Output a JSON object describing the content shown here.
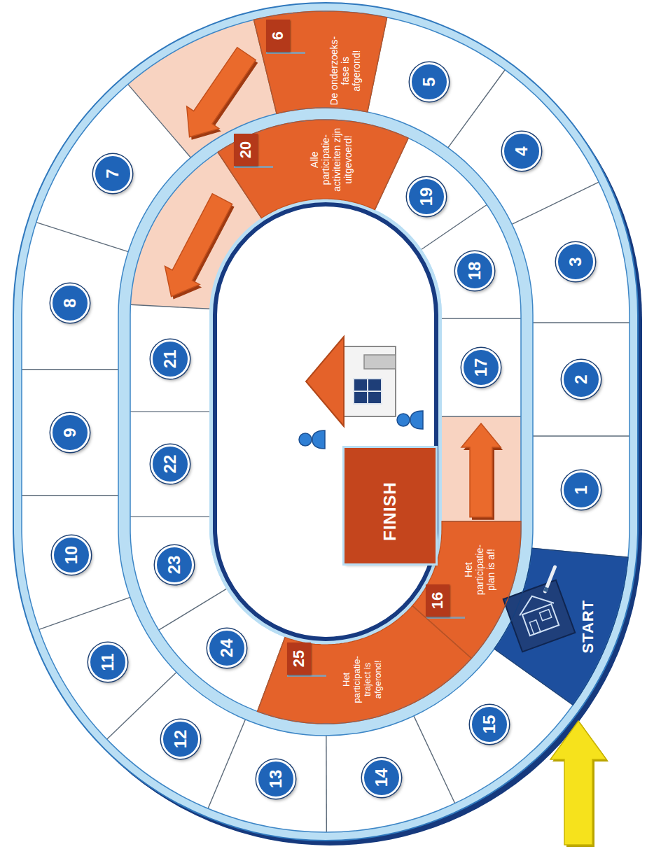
{
  "diagram": {
    "nodes": [
      {
        "text": [
          "START"
        ]
      },
      {
        "text": [
          "1"
        ]
      },
      {
        "text": [
          "2"
        ]
      },
      {
        "text": [
          "3"
        ]
      },
      {
        "text": [
          "4"
        ]
      },
      {
        "text": [
          "5"
        ]
      },
      {
        "text": [
          "6",
          "De onderzoeks- fase is afgerond!"
        ]
      },
      {
        "text": [
          "7"
        ]
      },
      {
        "text": [
          "8"
        ]
      },
      {
        "text": [
          "9"
        ]
      },
      {
        "text": [
          "10"
        ]
      },
      {
        "text": [
          "11"
        ]
      },
      {
        "text": [
          "12"
        ]
      },
      {
        "text": [
          "13"
        ]
      },
      {
        "text": [
          "14"
        ]
      },
      {
        "text": [
          "15"
        ]
      },
      {
        "text": [
          "16",
          "Het participatie- plan is af!"
        ]
      },
      {
        "text": [
          "17"
        ]
      },
      {
        "text": [
          "18"
        ]
      },
      {
        "text": [
          "19"
        ]
      },
      {
        "text": [
          "20",
          "Alle participatie- activiteiten zijn uitgevoerd!"
        ]
      },
      {
        "text": [
          "21"
        ]
      },
      {
        "text": [
          "22"
        ]
      },
      {
        "text": [
          "23"
        ]
      },
      {
        "text": [
          "24"
        ]
      },
      {
        "text": [
          "25",
          "Het participatie- traject is afgerond!"
        ]
      },
      {
        "text": [
          "FINISH"
        ]
      }
    ]
  }
}
